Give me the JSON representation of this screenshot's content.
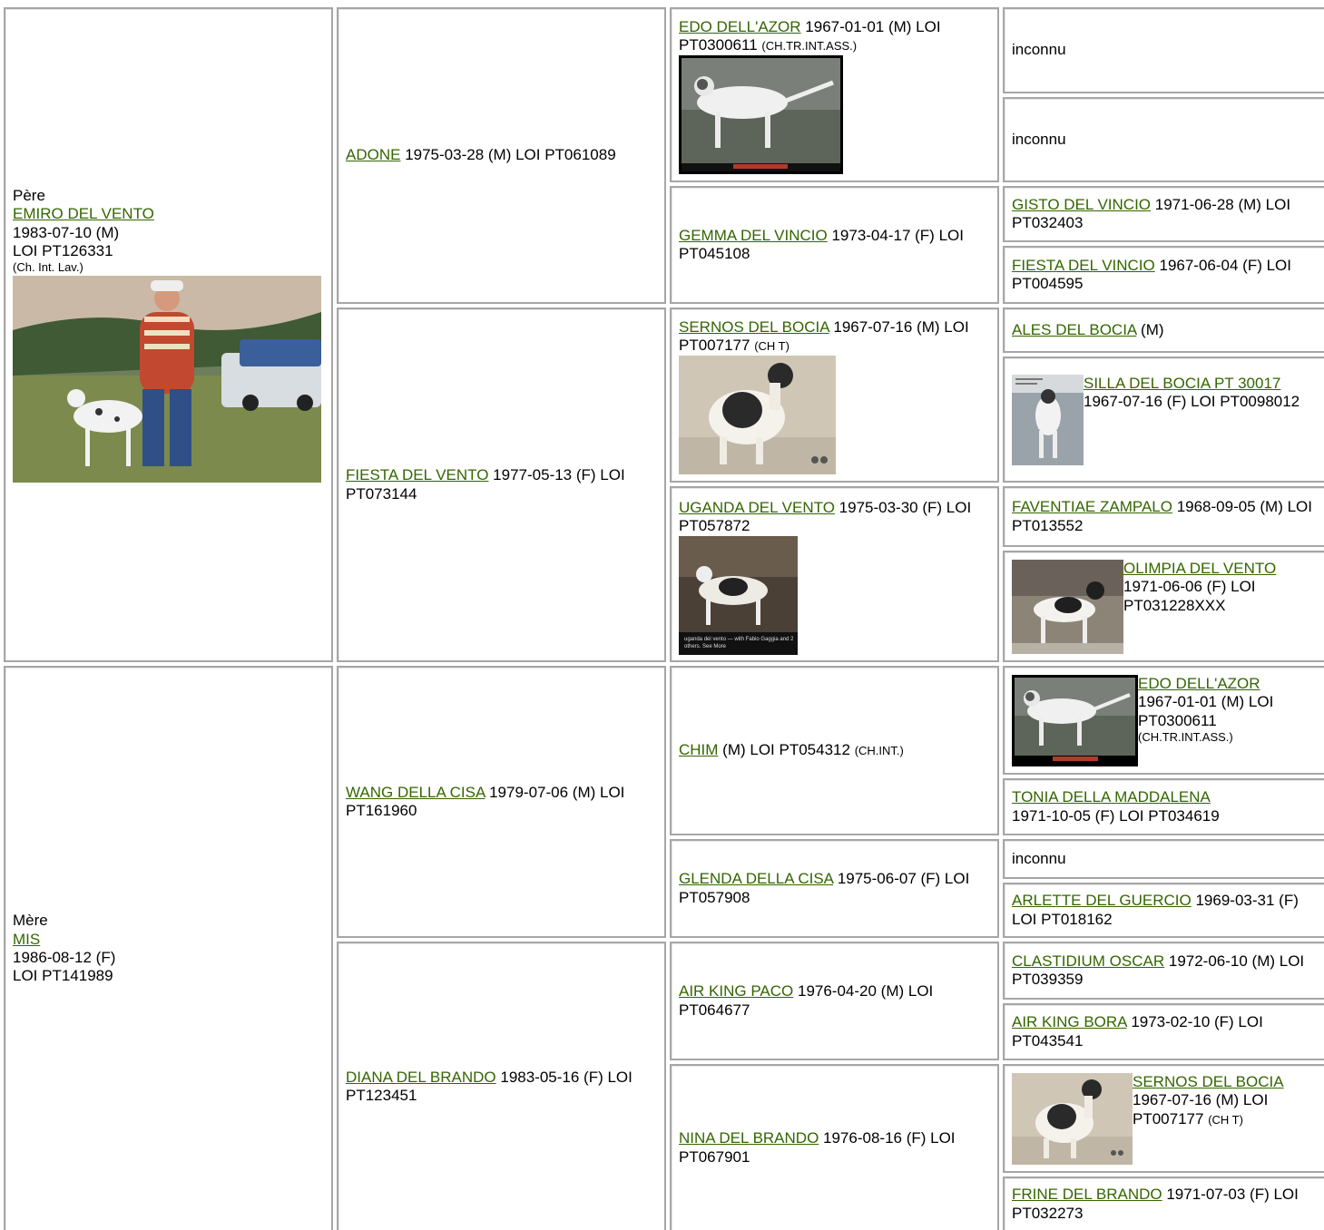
{
  "sire": {
    "role": "Père",
    "name": "EMIRO DEL VENTO",
    "birth": "1983-07-10 (M)",
    "reg": "LOI PT126331",
    "title": "(Ch. Int. Lav.)",
    "photo": "man-with-pointer-dog-photo"
  },
  "dam": {
    "role": "Mère",
    "name": "MIS",
    "birth": "1986-08-12 (F)",
    "reg": "LOI PT141989"
  },
  "gen2": [
    {
      "name": "ADONE",
      "info": " 1975-03-28 (M) LOI PT061089"
    },
    {
      "name": "FIESTA DEL VENTO",
      "info": " 1977-05-13 (F) LOI PT073144"
    },
    {
      "name": "WANG DELLA CISA",
      "info": " 1979-07-06 (M) LOI PT161960"
    },
    {
      "name": "DIANA DEL BRANDO",
      "info": " 1983-05-16 (F) LOI PT123451"
    }
  ],
  "gen3": [
    {
      "name": "EDO DELL'AZOR",
      "info": " 1967-01-01 (M) LOI PT0300611 ",
      "title": "(CH.TR.INT.ASS.)",
      "photo": "pointer-dog-photo-edo"
    },
    {
      "name": "GEMMA DEL VINCIO",
      "info": " 1973-04-17 (F) LOI PT045108"
    },
    {
      "name": "SERNOS DEL BOCIA",
      "info": " 1967-07-16 (M) LOI PT007177 ",
      "title": "(CH T)",
      "photo": "pointer-dog-photo-sernos"
    },
    {
      "name": "UGANDA DEL VENTO",
      "info": " 1975-03-30 (F) LOI PT057872",
      "photo": "pointer-dog-photo-uganda",
      "caption": "uganda del vento — with Fabio Gaggia and 2 others. See More"
    },
    {
      "name": "CHIM",
      "info": " (M) LOI PT054312 ",
      "title": "(CH.INT.)"
    },
    {
      "name": "GLENDA DELLA CISA",
      "info": " 1975-06-07 (F) LOI PT057908"
    },
    {
      "name": "AIR KING PACO",
      "info": " 1976-04-20 (M) LOI PT064677"
    },
    {
      "name": "NINA DEL BRANDO",
      "info": " 1976-08-16 (F) LOI PT067901"
    }
  ],
  "gen4": [
    {
      "unknown": "inconnu"
    },
    {
      "unknown": "inconnu"
    },
    {
      "name": "GISTO DEL VINCIO",
      "info": " 1971-06-28 (M) LOI PT032403"
    },
    {
      "name": "FIESTA DEL VINCIO",
      "info": " 1967-06-04 (F) LOI PT004595"
    },
    {
      "name": "ALES DEL BOCIA",
      "info": " (M)"
    },
    {
      "name": "SILLA DEL BOCIA PT 30017",
      "info": "1967-07-16 (F) LOI PT0098012",
      "photo": "pointer-dog-photo-silla"
    },
    {
      "name": "FAVENTIAE ZAMPALO",
      "info": " 1968-09-05 (M) LOI PT013552"
    },
    {
      "name": "OLIMPIA DEL VENTO",
      "info": "1971-06-06 (F) LOI PT031228XXX",
      "photo": "pointer-dog-photo-olimpia"
    },
    {
      "name": "EDO DELL'AZOR",
      "info": "1967-01-01 (M) LOI PT0300611",
      "title": "(CH.TR.INT.ASS.)",
      "photo": "pointer-dog-photo-edo-2"
    },
    {
      "name": "TONIA DELLA MADDALENA",
      "info": "1971-10-05 (F) LOI PT034619"
    },
    {
      "unknown": "inconnu"
    },
    {
      "name": "ARLETTE DEL GUERCIO",
      "info": " 1969-03-31 (F) LOI PT018162"
    },
    {
      "name": "CLASTIDIUM OSCAR",
      "info": " 1972-06-10 (M) LOI PT039359"
    },
    {
      "name": "AIR KING BORA",
      "info": " 1973-02-10 (F) LOI PT043541"
    },
    {
      "name": "SERNOS DEL BOCIA",
      "info": "1967-07-16 (M) LOI PT007177 ",
      "title": "(CH T)",
      "photo": "pointer-dog-photo-sernos-2"
    },
    {
      "name": "FRINE DEL BRANDO",
      "info": " 1971-07-03 (F) LOI PT032273"
    }
  ]
}
